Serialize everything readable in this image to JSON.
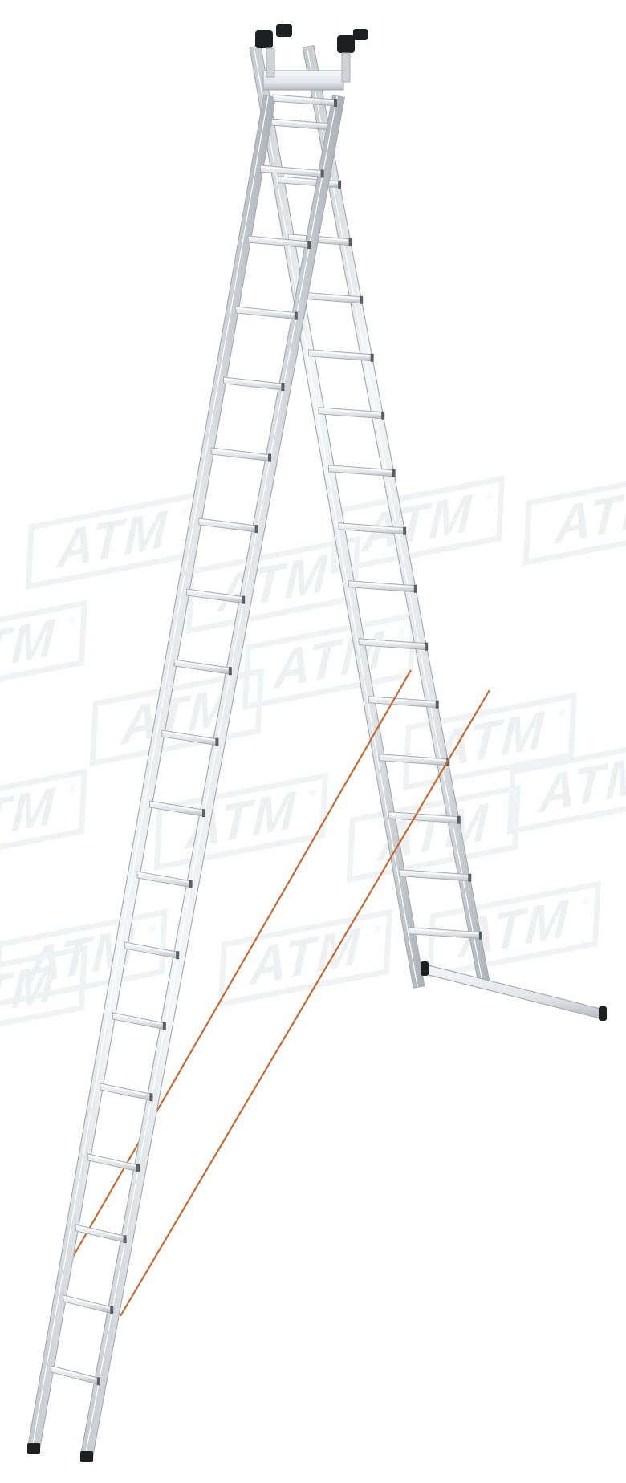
{
  "image": {
    "subject": "aluminium double ladder",
    "watermark": {
      "text": "ATM",
      "mark": "®"
    },
    "colors": {
      "background": "#ffffff",
      "aluminium_light": "#f1f3f5",
      "aluminium_mid": "#dde1e4",
      "aluminium_dark": "#a9afb5",
      "end_caps": "#1e1f21",
      "safety_rope": "#c66a34",
      "watermark": "#eef0f2"
    },
    "icons": [
      "ladder-illustration",
      "atm-watermark"
    ]
  }
}
